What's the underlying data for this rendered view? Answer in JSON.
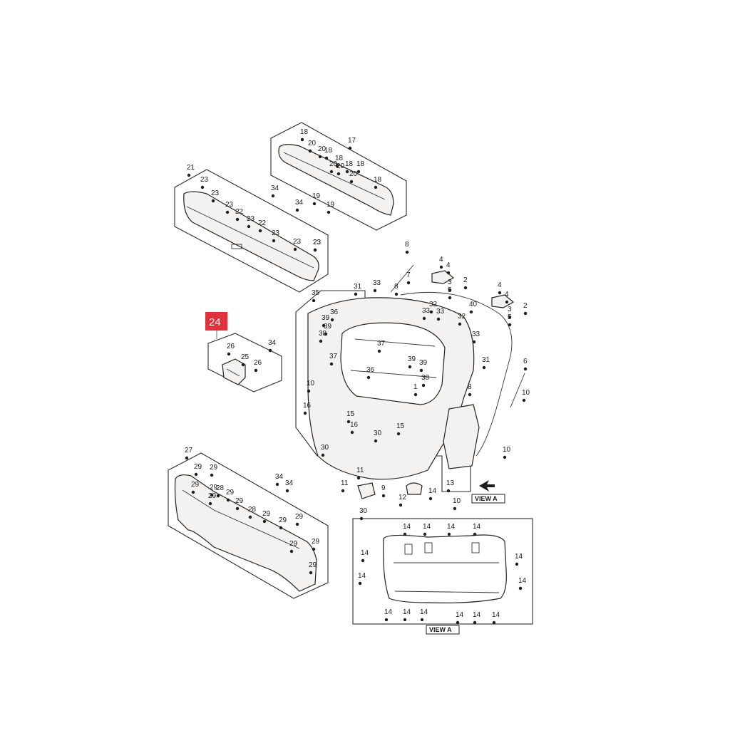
{
  "highlight": {
    "label": "24",
    "color": "#e0323c"
  },
  "view_labels": [
    "VIEW A",
    "VIEW A"
  ],
  "callouts": {
    "g17": [
      "17",
      "18",
      "20",
      "18",
      "20",
      "18",
      "20",
      "18",
      "20",
      "18",
      "20",
      "18",
      "19",
      "19"
    ],
    "g21": [
      "21",
      "23",
      "23",
      "23",
      "22",
      "23",
      "22",
      "23",
      "23",
      "23",
      "23",
      "34",
      "34"
    ],
    "g24": [
      "26",
      "25",
      "26",
      "34"
    ],
    "g27": [
      "27",
      "29",
      "29",
      "29",
      "29",
      "29",
      "28",
      "29",
      "29",
      "28",
      "29",
      "29",
      "29",
      "29",
      "29",
      "29",
      "34",
      "34"
    ],
    "door": [
      "8",
      "7",
      "33",
      "31",
      "8",
      "4",
      "4",
      "2",
      "3",
      "5",
      "4",
      "4",
      "2",
      "3",
      "5",
      "32",
      "33",
      "33",
      "32",
      "40",
      "33",
      "35",
      "36",
      "39",
      "39",
      "38",
      "37",
      "31",
      "37",
      "36",
      "39",
      "39",
      "38",
      "1",
      "8",
      "6",
      "10",
      "10",
      "16",
      "15",
      "16",
      "15",
      "30",
      "30",
      "11",
      "11",
      "9",
      "30",
      "12",
      "14",
      "13",
      "10",
      "10"
    ],
    "viewa": [
      "14",
      "14",
      "14",
      "14",
      "14",
      "14",
      "14",
      "14",
      "14",
      "14",
      "14",
      "14",
      "14",
      "14"
    ]
  }
}
